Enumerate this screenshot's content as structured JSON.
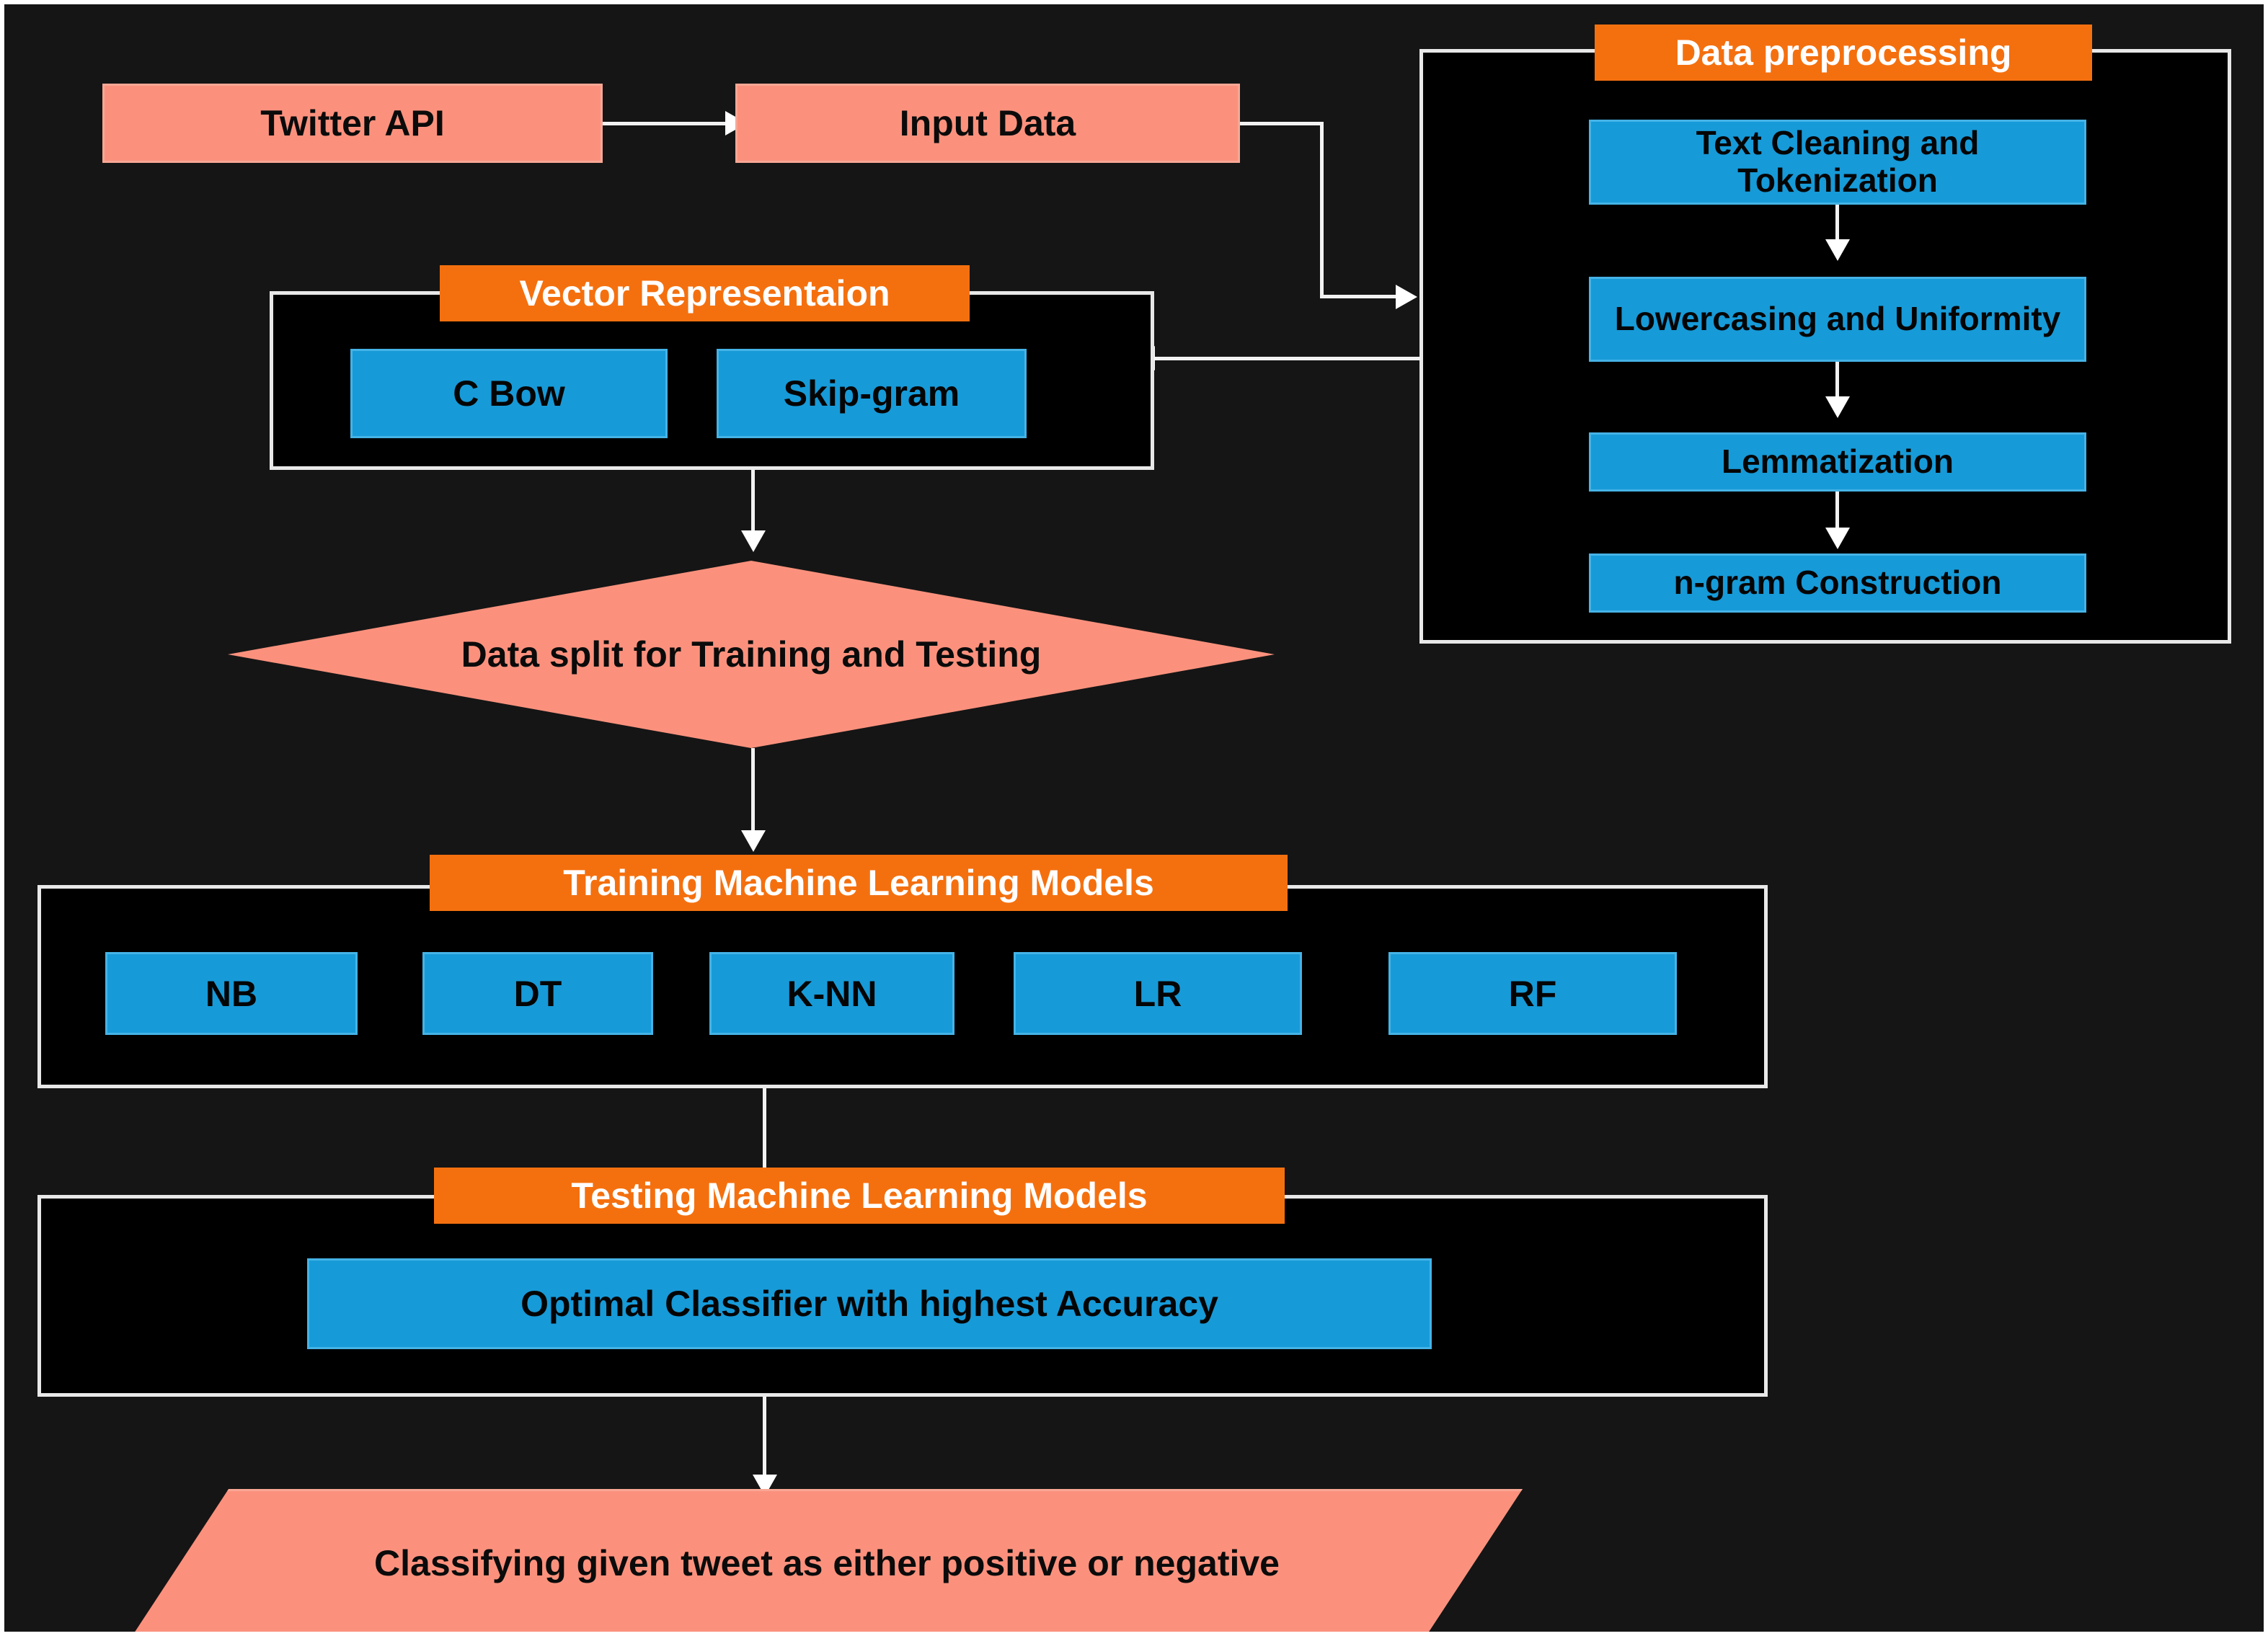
{
  "diagram": {
    "title": "Twitter sentiment analysis machine learning pipeline flowchart",
    "colors": {
      "background": "#151515",
      "panel_fill": "#000000",
      "panel_border": "#e8e8e8",
      "salmon": "#fb917d",
      "blue": "#179ad8",
      "orange": "#f4700f",
      "connector": "#f2f2f2"
    }
  },
  "nodes": {
    "twitter_api": "Twitter API",
    "input_data": "Input Data",
    "data_split": "Data split for Training and Testing",
    "final_output": "Classifying given tweet as either positive or negative"
  },
  "preprocessing": {
    "header": "Data preprocessing",
    "steps": [
      "Text Cleaning and Tokenization",
      "Lowercasing and Uniformity",
      "Lemmatization",
      "n-gram Construction"
    ]
  },
  "vector_representation": {
    "header": "Vector Representaion",
    "methods": [
      "C Bow",
      "Skip-gram"
    ]
  },
  "training": {
    "header": "Training Machine Learning Models",
    "models": [
      "NB",
      "DT",
      "K-NN",
      "LR",
      "RF"
    ]
  },
  "testing": {
    "header": "Testing Machine Learning Models",
    "result": "Optimal Classifier with highest  Accuracy"
  }
}
